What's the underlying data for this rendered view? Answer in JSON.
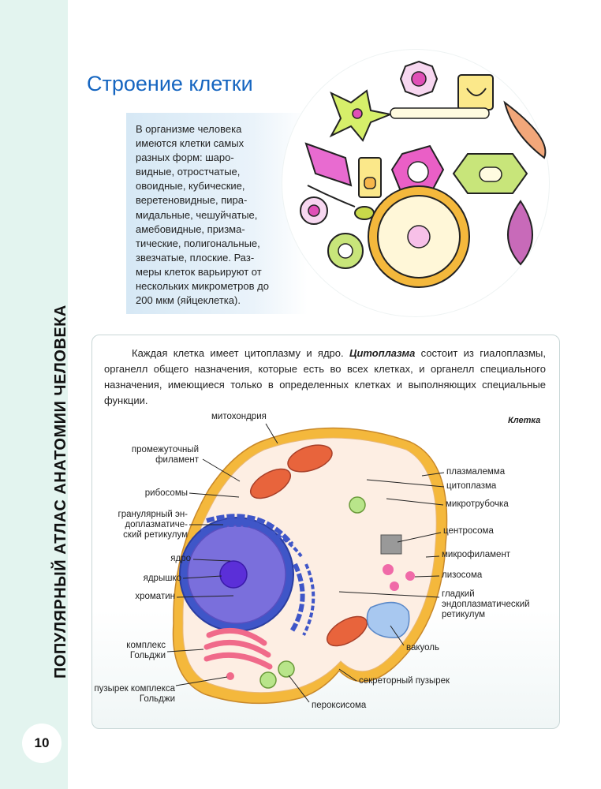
{
  "page": {
    "side_title": "ПОПУЛЯРНЫЙ АТЛАС АНАТОМИИ ЧЕЛОВЕКА",
    "page_number": "10"
  },
  "heading": "Строение клетки",
  "intro_lines": [
    "В организме человека",
    "имеются клетки самых",
    "разных форм: шаро-",
    "видные, отростчатые,",
    "овоидные, кубические,",
    "веретеновидные, пира-",
    "мидальные, чешуйчатые,",
    "амебовидные, призма-",
    "тические, полигональные,",
    "звезчатые, плоские. Раз-",
    "меры клеток варьируют от",
    "нескольких микрометров до",
    "200 мкм (яйцеклетка)."
  ],
  "panel": {
    "line1_a": "Каждая клетка имеет цитоплазму и ядро. ",
    "line1_b": "Цитоплазма",
    "line1_c": " состоит из гиалоплазмы,",
    "line2": "органелл общего назначения, которые есть во всех клетках, и органелл специального",
    "line3": "назначения, имеющиеся только в определенных клетках и выполняющих специальные",
    "line4": "функции."
  },
  "diagram": {
    "caption": "Клетка",
    "labels_left": {
      "mitochondria": "митохондрия",
      "filament_1": "промежуточный",
      "filament_2": "филамент",
      "ribosomes": "рибосомы",
      "rough_er_1": "гранулярный эн-",
      "rough_er_2": "доплазматиче-",
      "rough_er_3": "ский ретикулум",
      "nucleus": "ядро",
      "nucleolus": "ядрышко",
      "chromatin": "хроматин",
      "golgi_1": "комплекс",
      "golgi_2": "Гольджи",
      "golgi_vesicle_1": "пузырек комплекса",
      "golgi_vesicle_2": "Гольджи"
    },
    "labels_right": {
      "plasmalemma": "плазмалемма",
      "cytoplasm": "цитоплазма",
      "microtubule": "микротрубочка",
      "centrosome": "центросома",
      "microfilament": "микрофиламент",
      "lysosome": "лизосома",
      "smooth_er_1": "гладкий",
      "smooth_er_2": "эндоплазматический",
      "smooth_er_3": "ретикулум",
      "vacuole": "вакуоль",
      "secretory_vesicle": "секреторный пузырек",
      "peroxisome": "пероксисома"
    }
  },
  "colors": {
    "heading": "#1565c0",
    "strip": "#e3f4ef",
    "membrane": "#f2b94a",
    "cytoplasm": "#fdeee3",
    "nucleus": "#7a6fdc",
    "nucleolus": "#5b2fd8",
    "mitochondria": "#e8643c",
    "golgi": "#f06a8a",
    "er": "#3f56c8",
    "vesicle_green": "#b8e58a"
  }
}
